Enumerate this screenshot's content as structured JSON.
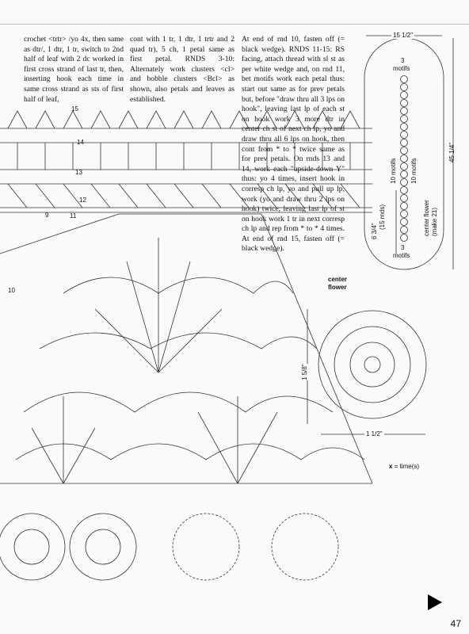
{
  "text": {
    "col1": "crochet <trtr> /yo 4x, then same as dtr/, 1 dtr, 1 tr, switch to 2nd half of leaf with 2 dc worked in first cross strand of last tr, then, inserting hook each time in same cross strand as sts of first half of leaf,",
    "col2": "cont with 1 tr, 1 dtr, 1 trtr and 2 quad tr), 5 ch, 1 petal same as first petal. RNDS 3-10: Alternately work clusters <cl> and bobble clusters <Bcl> as shown, also petals and leaves as established.",
    "col3": "At end of rnd 10, fasten off (= black wedge). RNDS 11-15: RS facing, attach thread with sl st as per white wedge and, on rnd 11, bet motifs work each petal thus: start out same as for prev petals but, before \"draw thru all 3 lps on hook\", leaving last lp of each st on hook work 3 more dtr in center ch st of next ch lp, yo and draw thru all 6 lps on hook, then cont from * to * twice same as for prev petals. On rnds 13 and 14, work each \"upside-down Y\" thus: yo 4 times, insert hook in corresp ch lp, yo and pull up lp, work (yo and draw thru 2 lps on hook) twice, leaving last lp of st on hook work 1 tr in next corresp ch lp and rep from * to * 4 times. At end of rnd 15, fasten off (= black wedge)."
  },
  "diagram": {
    "round_labels": [
      "15",
      "14",
      "13",
      "12",
      "11",
      "10",
      "9"
    ],
    "schematic": {
      "width": "15 1/2\"",
      "height": "45 1/4\"",
      "end_width": "6 3/4\"",
      "end_rnds": "(15 rnds)",
      "top_label_1": "3",
      "top_label_2": "motifs",
      "bottom_label_1": "3",
      "bottom_label_2": "motifs",
      "side_left": "10 motifs",
      "side_right": "10 motifs",
      "center_label_1": "center flower",
      "center_label_2": "(make 21)"
    },
    "center_flower": {
      "title_1": "center",
      "title_2": "flower",
      "height": "1 5/8\"",
      "width": "1 1/2\""
    },
    "legend": {
      "symbol": "x",
      "text": "= time(s)"
    }
  },
  "page_number": "47"
}
